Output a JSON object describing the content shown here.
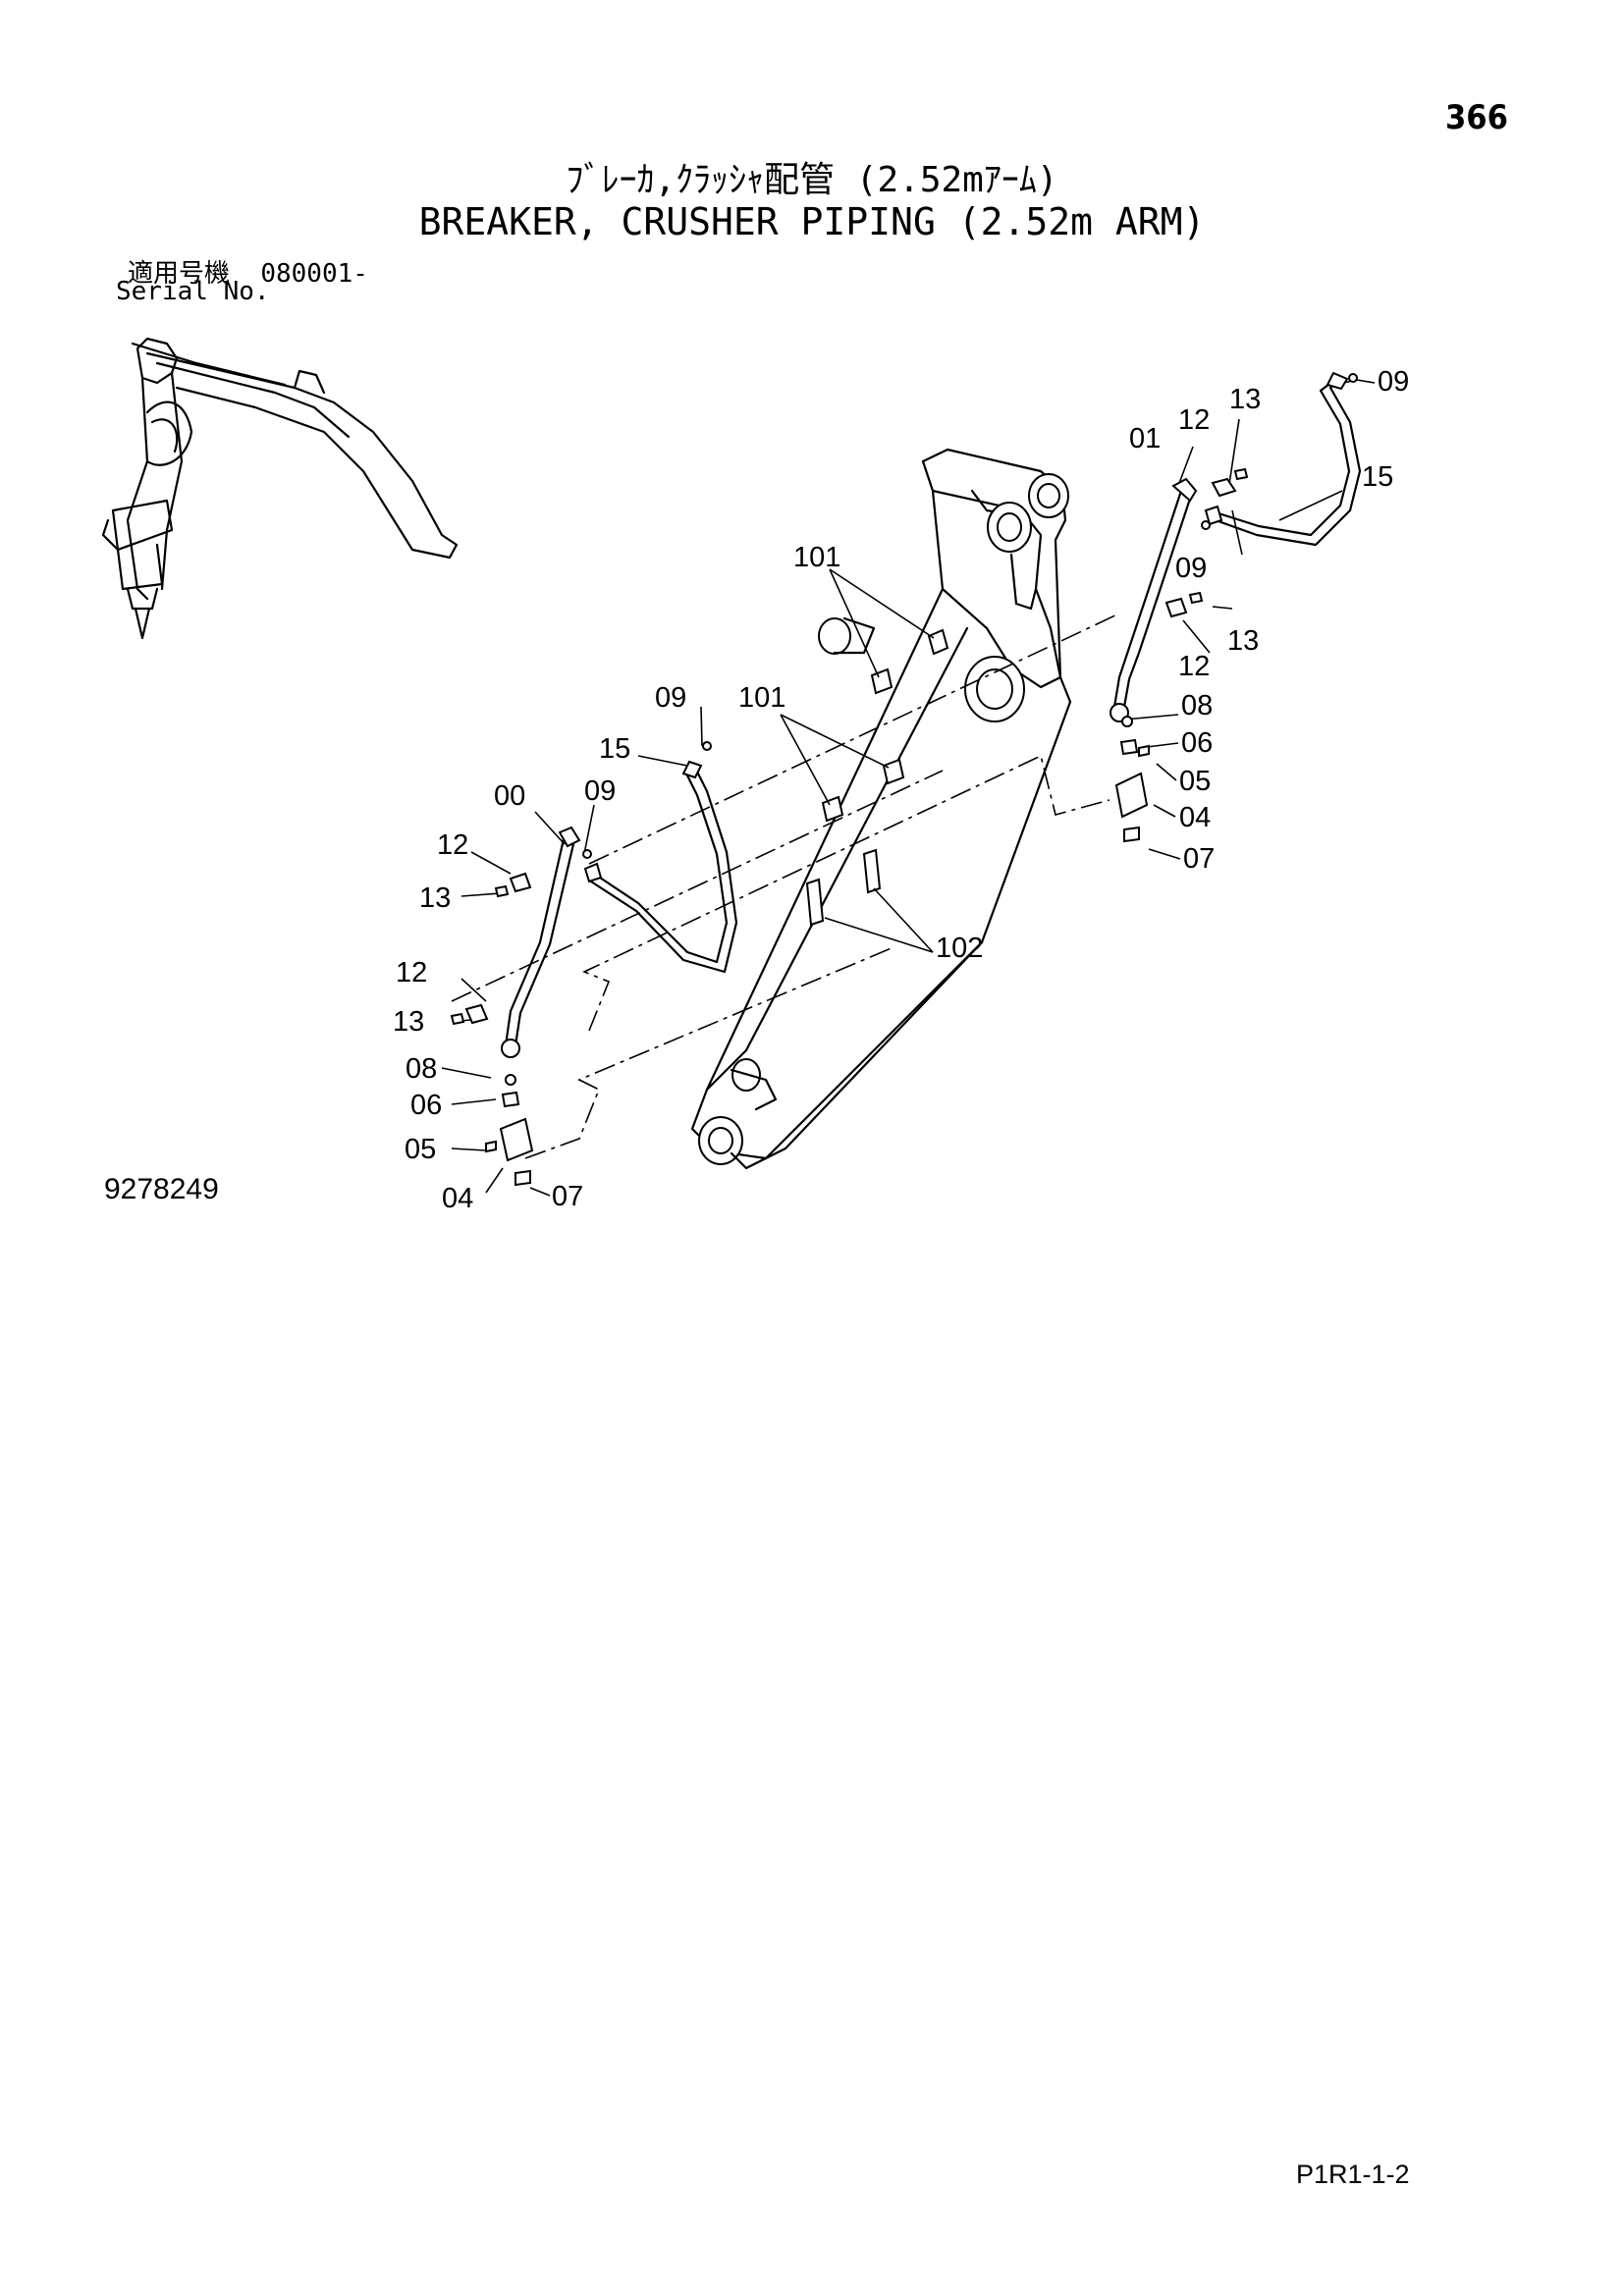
{
  "page_number": "366",
  "title_jp": "ﾌﾞﾚｰｶ,ｸﾗｯｼｬ配管 (2.52mｱｰﾑ)",
  "title_en": "BREAKER, CRUSHER PIPING (2.52m ARM)",
  "serial_label_jp": "適用号機",
  "serial_value": "080001-",
  "serial_label_en": "Serial No.",
  "figure_id": "9278249",
  "page_code": "P1R1-1-2",
  "callouts": {
    "c09_top": "09",
    "c13_top": "13",
    "c12_top": "12",
    "c01": "01",
    "c15_right": "15",
    "c09_mid_right": "09",
    "c13_mid_right": "13",
    "c12_mid_right": "12",
    "c08_right": "08",
    "c06_right": "06",
    "c05_right": "05",
    "c04_right": "04",
    "c07_right": "07",
    "c101_upper": "101",
    "c101_lower": "101",
    "c102": "102",
    "c09_center": "09",
    "c15_left": "15",
    "c00": "00",
    "c09_left": "09",
    "c12_left_top": "12",
    "c13_left_top": "13",
    "c12_left_bottom": "12",
    "c13_left_bottom": "13",
    "c08_left": "08",
    "c06_left": "06",
    "c05_left": "05",
    "c04_left": "04",
    "c07_left": "07"
  }
}
